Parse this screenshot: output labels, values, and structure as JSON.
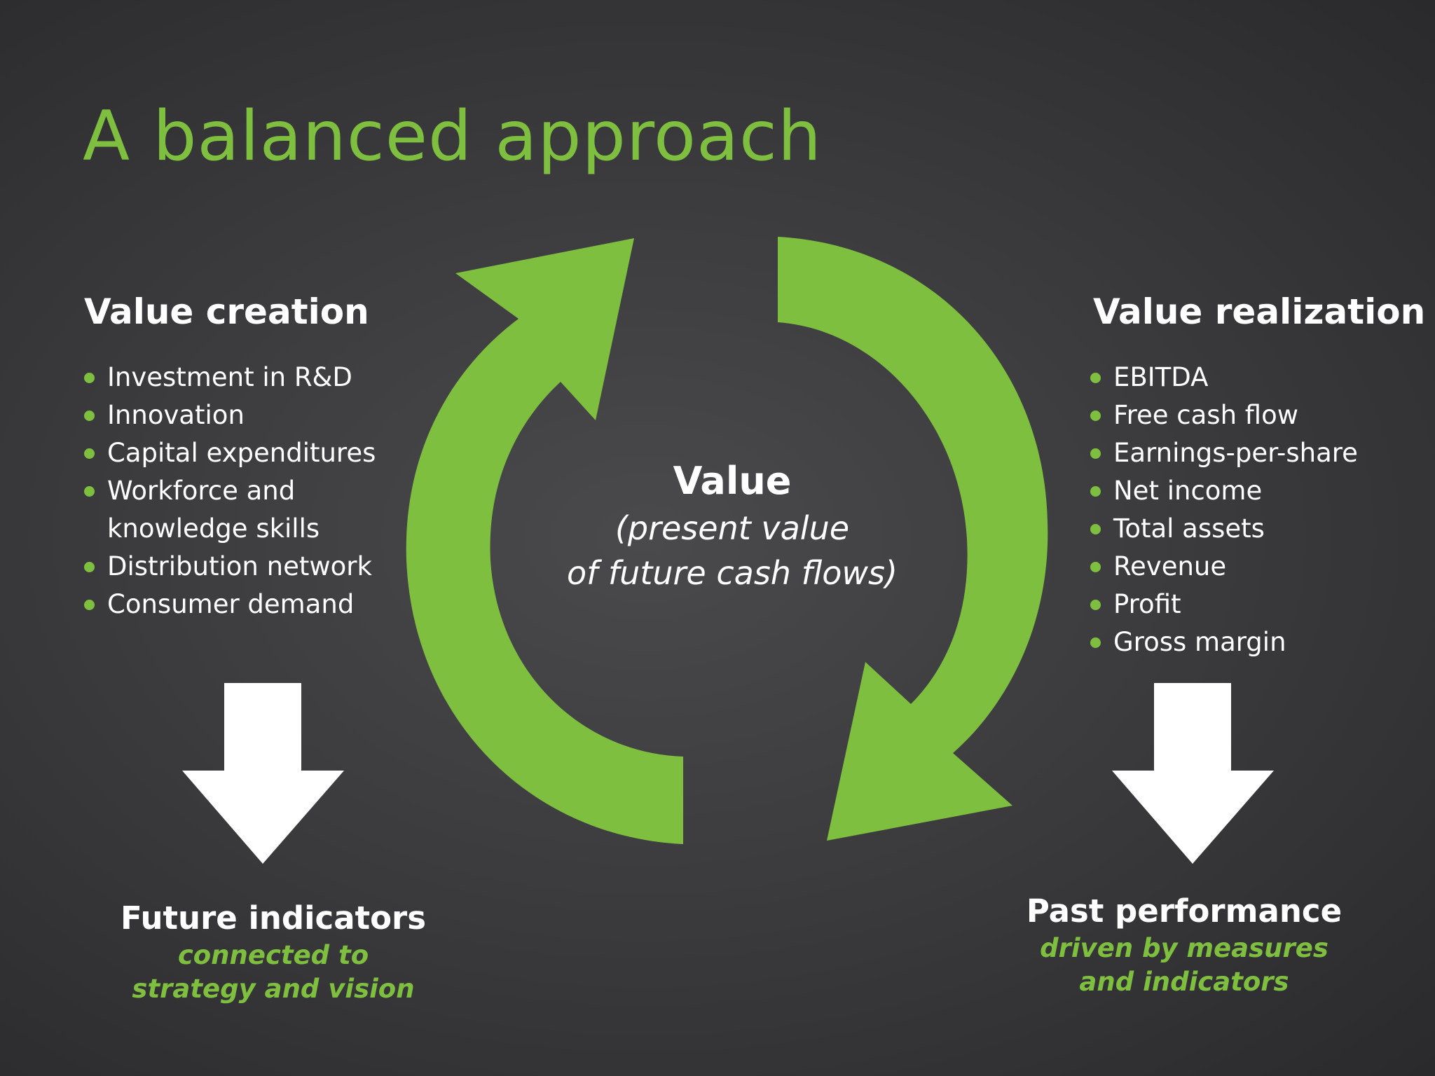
{
  "title": "A balanced approach",
  "colors": {
    "accent": "#7fbf3f",
    "background": "#3a3a3c",
    "text": "#ffffff"
  },
  "left": {
    "heading": "Value creation",
    "items": [
      "Investment in R&D",
      "Innovation",
      "Capital expenditures",
      "Workforce and knowledge skills",
      "Distribution network",
      "Consumer demand"
    ]
  },
  "right": {
    "heading": "Value realization",
    "items": [
      "EBITDA",
      "Free cash flow",
      "Earnings-per-share",
      "Net income",
      "Total assets",
      "Revenue",
      "Profit",
      "Gross margin"
    ]
  },
  "center": {
    "title": "Value",
    "subtitle_line1": "(present value",
    "subtitle_line2": "of future cash flows)"
  },
  "bottom_left": {
    "title": "Future indicators",
    "subtitle_line1": "connected to",
    "subtitle_line2": "strategy and vision"
  },
  "bottom_right": {
    "title": "Past performance",
    "subtitle_line1": "driven by measures",
    "subtitle_line2": "and indicators"
  },
  "icons": [
    "cycle-arrow-left-icon",
    "cycle-arrow-right-icon",
    "down-arrow-icon"
  ]
}
